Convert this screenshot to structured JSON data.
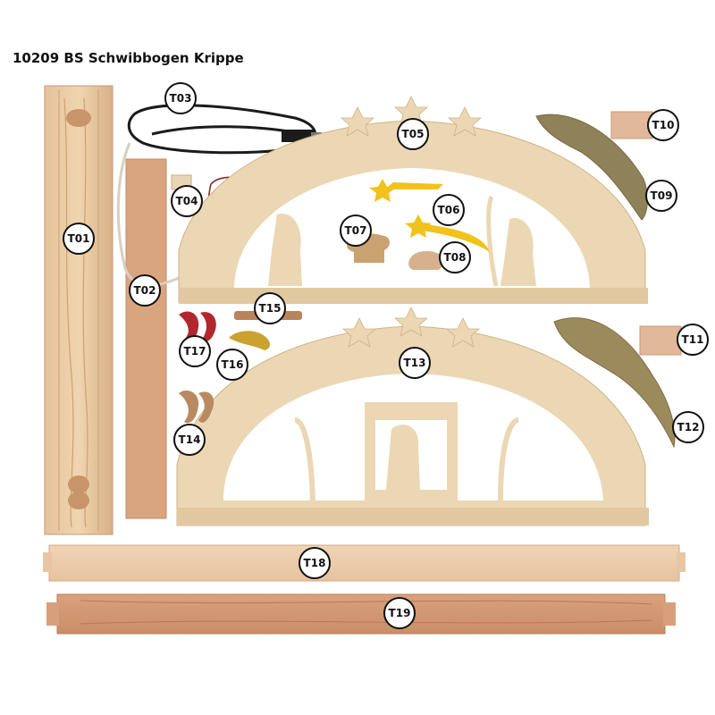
{
  "title": "10209 BS Schwibbogen Krippe",
  "labels": {
    "t01": "T01",
    "t02": "T02",
    "t03": "T03",
    "t04": "T04",
    "t05": "T05",
    "t06": "T06",
    "t07": "T07",
    "t08": "T08",
    "t09": "T09",
    "t10": "T10",
    "t11": "T11",
    "t12": "T12",
    "t13": "T13",
    "t14": "T14",
    "t15": "T15",
    "t16": "T16",
    "t17": "T17",
    "t18": "T18",
    "t19": "T19"
  },
  "colors": {
    "wood_light": "#ead3ad",
    "wood_mid": "#dcb98a",
    "wood_dark": "#b9835b",
    "wood_olive": "#8f8158",
    "star_yellow": "#f1c21a",
    "cable": "#1b1b1b"
  }
}
